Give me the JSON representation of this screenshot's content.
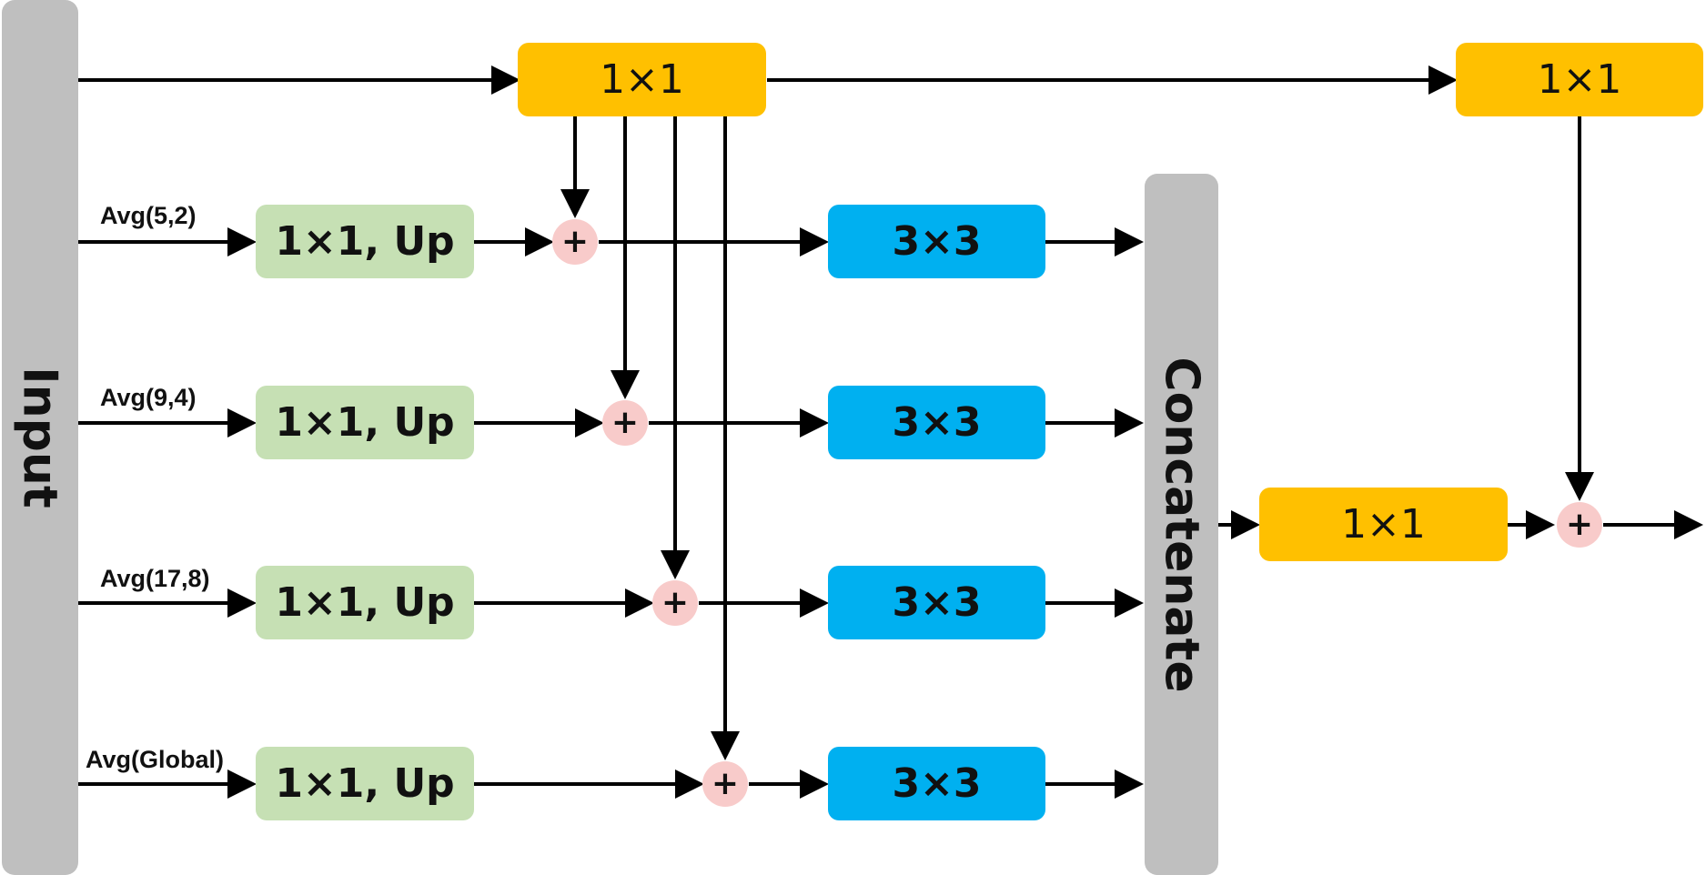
{
  "input": {
    "label": "Input"
  },
  "concat": {
    "label": "Concatenate"
  },
  "conv1x1": {
    "top": "1×1",
    "right": "1×1",
    "fuse": "1×1"
  },
  "branches": [
    {
      "pool": "Avg(5,2)",
      "up": "1×1, Up",
      "conv": "3×3",
      "add": "+"
    },
    {
      "pool": "Avg(9,4)",
      "up": "1×1, Up",
      "conv": "3×3",
      "add": "+"
    },
    {
      "pool": "Avg(17,8)",
      "up": "1×1, Up",
      "conv": "3×3",
      "add": "+"
    },
    {
      "pool": "Avg(Global)",
      "up": "1×1, Up",
      "conv": "3×3",
      "add": "+"
    }
  ],
  "final_add": "+",
  "colors": {
    "bar": "#bfbfbf",
    "conv1x1": "#ffc000",
    "up": "#c6e0b4",
    "conv3x3": "#00b0f0",
    "add": "#f8cbca",
    "arrow": "#000000"
  }
}
